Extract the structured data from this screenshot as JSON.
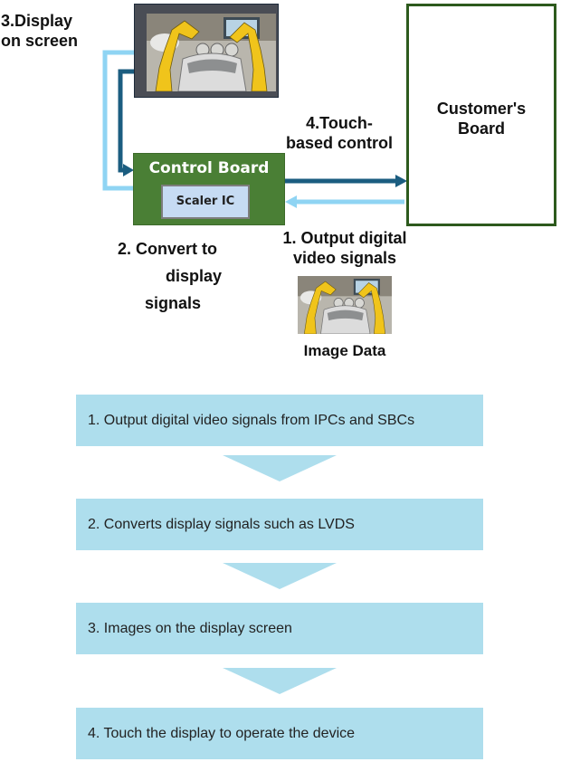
{
  "diagram": {
    "labels": {
      "display_on_screen": [
        "3.Display",
        "on screen"
      ],
      "touch_control": [
        "4.Touch-",
        "based control"
      ],
      "convert": [
        "2. Convert to",
        "display",
        "signals"
      ],
      "output_digital": [
        "1. Output digital",
        "video signals"
      ],
      "image_data": "Image Data"
    },
    "boxes": {
      "customers_board": [
        "Customer's",
        "Board"
      ],
      "control_board": "Control Board",
      "scaler_ic": "Scaler IC"
    },
    "colors": {
      "dark_arrow": "#1b5d80",
      "light_arrow": "#8fd4f3",
      "control_board": "#4a7f35",
      "scaler_ic": "#c6dbf3",
      "customer_border": "#2d5a1d",
      "step_fill": "#aedeed"
    }
  },
  "flow": {
    "steps": [
      "1. Output digital video signals from IPCs and SBCs",
      "2. Converts display signals such as LVDS",
      "3. Images on the display screen",
      "4. Touch the display to operate the device"
    ]
  }
}
